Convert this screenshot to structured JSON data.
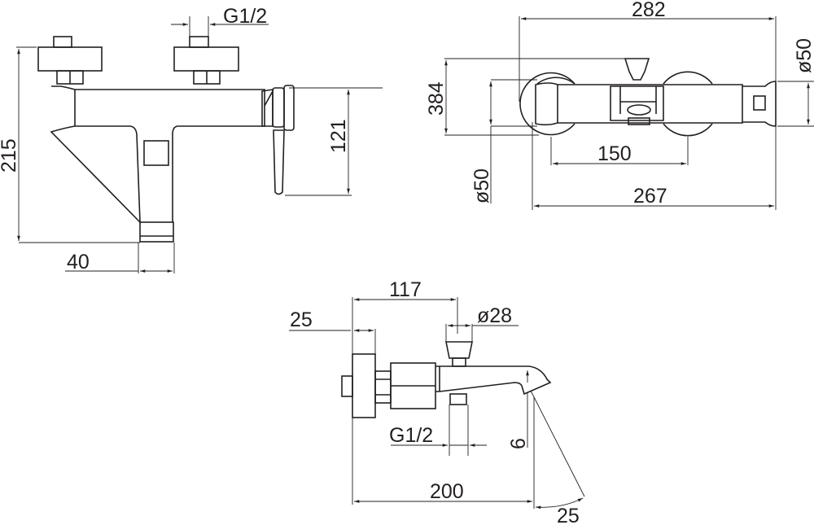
{
  "front_view": {
    "g12": "G1/2",
    "height": "215",
    "spout_width": "40",
    "lever_length": "121"
  },
  "top_view": {
    "overall_width": "282",
    "right_diameter": "ø50",
    "projection": "384",
    "left_diameter": "ø50",
    "centers": "150",
    "body_length": "267"
  },
  "side_view": {
    "depth": "117",
    "wall_plate": "25",
    "handle_diameter": "ø28",
    "g12": "G1/2",
    "spout_drop": "6",
    "spout_reach": "200",
    "spout_angle": "25"
  },
  "colors": {
    "line": "#231f20",
    "background": "#ffffff"
  }
}
